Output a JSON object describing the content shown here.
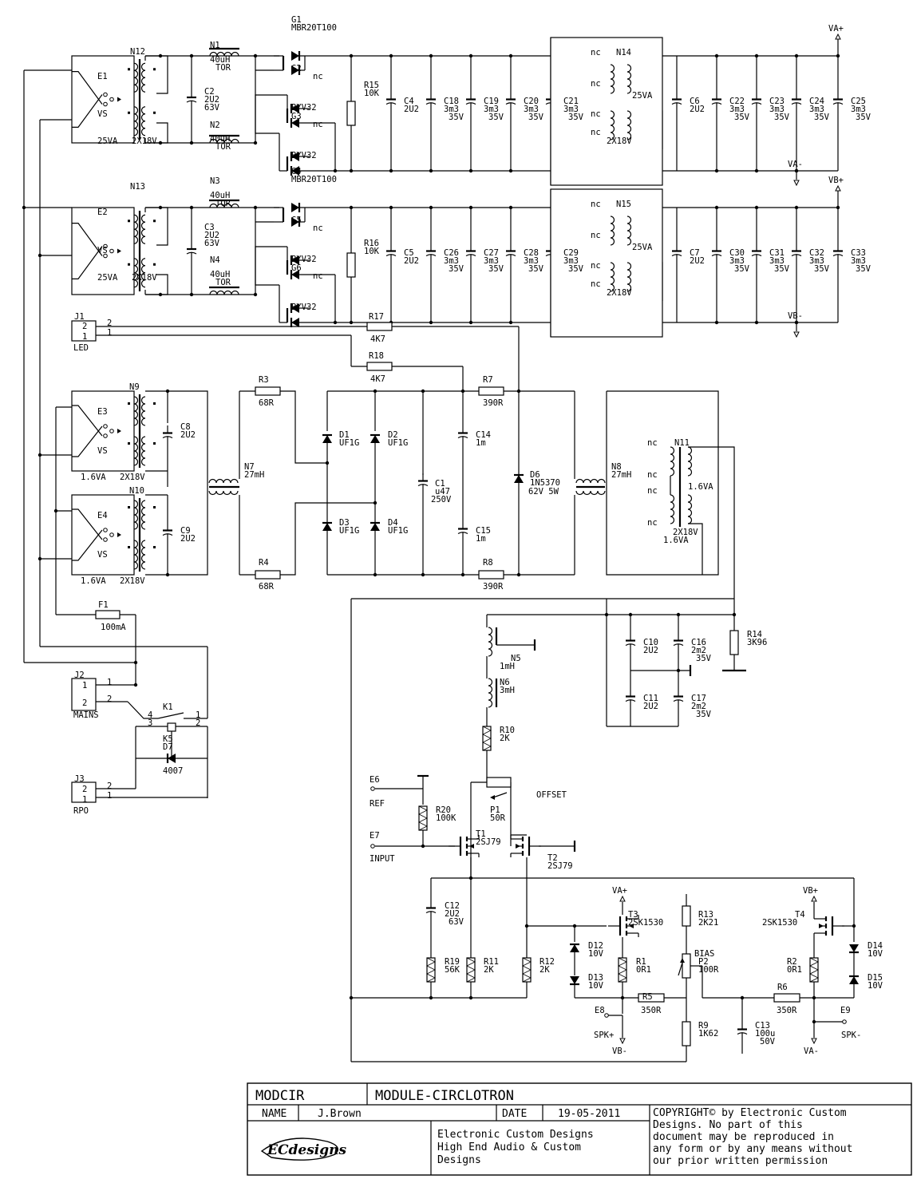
{
  "title_block": {
    "code": "MODCIR",
    "title": "MODULE-CIRCLOTRON",
    "name_label": "NAME",
    "name_value": "J.Brown",
    "date_label": "DATE",
    "date_value": "19-05-2011",
    "copyright": [
      "COPYRIGHT© by Electronic Custom",
      "Designs. No part of this",
      "document may be reproduced in",
      "any form or by any means without",
      "our prior written permission"
    ],
    "company": [
      "Electronic Custom Designs",
      "High End Audio  &  Custom",
      "Designs"
    ],
    "logo_text": "ECdesigns"
  },
  "connectors": {
    "j1": {
      "ref": "J1",
      "name": "LED",
      "pins": [
        "2",
        "1"
      ]
    },
    "j2": {
      "ref": "J2",
      "name": "MAINS",
      "pins": [
        "1",
        "2"
      ]
    },
    "j3": {
      "ref": "J3",
      "name": "RPO",
      "pins": [
        "2",
        "1"
      ]
    },
    "e6": {
      "ref": "E6",
      "name": "REF"
    },
    "e7": {
      "ref": "E7",
      "name": "INPUT"
    },
    "e8": {
      "ref": "E8",
      "name": "SPK+"
    },
    "e9": {
      "ref": "E9",
      "name": "SPK-"
    }
  },
  "supply_a": {
    "e": "E1",
    "n": "N12",
    "vs": "VS",
    "va": "25VA",
    "sec": "2X18V",
    "c_in": {
      "ref": "C2",
      "val": "2U2",
      "v": "63V"
    },
    "l1": {
      "ref": "N1",
      "val": "40uH",
      "t": "TOR"
    },
    "l2": {
      "ref": "N2",
      "val": "40uH",
      "t": "TOR"
    },
    "g_top": {
      "ref": "G1",
      "val": "MBR20T100"
    },
    "g_mid": {
      "ref": "G2",
      "val": "BYV32"
    },
    "g_bot": {
      "ref": "G3",
      "val": "BYV32"
    },
    "nc": "nc",
    "r": {
      "ref": "R15",
      "val": "10K"
    },
    "caps_left": [
      {
        "ref": "C4",
        "val": "2U2",
        "v": ""
      },
      {
        "ref": "C18",
        "val": "3m3",
        "v": "35V"
      },
      {
        "ref": "C19",
        "val": "3m3",
        "v": "35V"
      },
      {
        "ref": "C20",
        "val": "3m3",
        "v": "35V"
      },
      {
        "ref": "C21",
        "val": "3m3",
        "v": "35V"
      }
    ],
    "xf": {
      "ref": "N14",
      "va": "25VA",
      "sec": "2X18V"
    },
    "caps_right": [
      {
        "ref": "C6",
        "val": "2U2",
        "v": ""
      },
      {
        "ref": "C22",
        "val": "3m3",
        "v": "35V"
      },
      {
        "ref": "C23",
        "val": "3m3",
        "v": "35V"
      },
      {
        "ref": "C24",
        "val": "3m3",
        "v": "35V"
      },
      {
        "ref": "C25",
        "val": "3m3",
        "v": "35V"
      }
    ],
    "rail_pos": "VA+",
    "rail_neg": "VA-"
  },
  "supply_b": {
    "e": "E2",
    "n": "N13",
    "vs": "VS",
    "va": "25VA",
    "sec": "2X18V",
    "c_in": {
      "ref": "C3",
      "val": "2U2",
      "v": "63V"
    },
    "l1": {
      "ref": "N3",
      "val": "40uH",
      "t": "TOR"
    },
    "l2": {
      "ref": "N4",
      "val": "40uH",
      "t": "TOR"
    },
    "g_top": {
      "ref": "G4",
      "val": "MBR20T100"
    },
    "g_mid": {
      "ref": "G5",
      "val": "BYV32"
    },
    "g_bot": {
      "ref": "G6",
      "val": "BYV32"
    },
    "nc": "nc",
    "r": {
      "ref": "R16",
      "val": "10K"
    },
    "caps_left": [
      {
        "ref": "C5",
        "val": "2U2",
        "v": ""
      },
      {
        "ref": "C26",
        "val": "3m3",
        "v": "35V"
      },
      {
        "ref": "C27",
        "val": "3m3",
        "v": "35V"
      },
      {
        "ref": "C28",
        "val": "3m3",
        "v": "35V"
      },
      {
        "ref": "C29",
        "val": "3m3",
        "v": "35V"
      }
    ],
    "xf": {
      "ref": "N15",
      "va": "25VA",
      "sec": "2X18V"
    },
    "caps_right": [
      {
        "ref": "C7",
        "val": "2U2",
        "v": ""
      },
      {
        "ref": "C30",
        "val": "3m3",
        "v": "35V"
      },
      {
        "ref": "C31",
        "val": "3m3",
        "v": "35V"
      },
      {
        "ref": "C32",
        "val": "3m3",
        "v": "35V"
      },
      {
        "ref": "C33",
        "val": "3m3",
        "v": "35V"
      }
    ],
    "rail_pos": "VB+",
    "rail_neg": "VB-"
  },
  "aux": {
    "r17": {
      "ref": "R17",
      "val": "4K7"
    },
    "r18": {
      "ref": "R18",
      "val": "4K7"
    },
    "e3": "E3",
    "n9": "N9",
    "e4": "E4",
    "n10": "N10",
    "vs": "VS",
    "va_small": "1.6VA",
    "sec": "2X18V",
    "c8": {
      "ref": "C8",
      "val": "2U2"
    },
    "c9": {
      "ref": "C9",
      "val": "2U2"
    },
    "n7": {
      "ref": "N7",
      "val": "27mH"
    },
    "r3": {
      "ref": "R3",
      "val": "68R"
    },
    "r4": {
      "ref": "R4",
      "val": "68R"
    },
    "d1": {
      "ref": "D1",
      "val": "UF1G"
    },
    "d2": {
      "ref": "D2",
      "val": "UF1G"
    },
    "d3": {
      "ref": "D3",
      "val": "UF1G"
    },
    "d4": {
      "ref": "D4",
      "val": "UF1G"
    },
    "c1": {
      "ref": "C1",
      "val": "u47",
      "v": "250V"
    },
    "c14": {
      "ref": "C14",
      "val": "1m"
    },
    "c15": {
      "ref": "C15",
      "val": "1m"
    },
    "r7": {
      "ref": "R7",
      "val": "390R"
    },
    "r8": {
      "ref": "R8",
      "val": "390R"
    },
    "d6": {
      "ref": "D6",
      "val": "1N5370",
      "v": "62V 5W"
    },
    "n8": {
      "ref": "N8",
      "val": "27mH"
    },
    "n11": {
      "ref": "N11",
      "va": "1.6VA",
      "sec": "2X18V",
      "va2": "1.6VA"
    },
    "f1": {
      "ref": "F1",
      "val": "100mA"
    },
    "k1": {
      "ref": "K1",
      "pins": [
        "4",
        "3",
        "1",
        "2"
      ]
    },
    "k5": {
      "ref": "K5"
    },
    "d7": {
      "ref": "D7",
      "val": "4007"
    }
  },
  "amp": {
    "c10": {
      "ref": "C10",
      "val": "2U2"
    },
    "c11": {
      "ref": "C11",
      "val": "2U2"
    },
    "c16": {
      "ref": "C16",
      "val": "2m2",
      "v": "35V"
    },
    "c17": {
      "ref": "C17",
      "val": "2m2",
      "v": "35V"
    },
    "r14": {
      "ref": "R14",
      "val": "3K96"
    },
    "n5": {
      "ref": "N5",
      "val": "1mH"
    },
    "n6": {
      "ref": "N6",
      "val": "3mH"
    },
    "r10": {
      "ref": "R10",
      "val": "2K"
    },
    "p1": {
      "ref": "P1",
      "val": "50R",
      "name": "OFFSET"
    },
    "r20": {
      "ref": "R20",
      "val": "100K"
    },
    "t1": {
      "ref": "T1",
      "val": "2SJ79"
    },
    "t2": {
      "ref": "T2",
      "val": "2SJ79"
    },
    "c12": {
      "ref": "C12",
      "val": "2U2",
      "v": "63V"
    },
    "r19": {
      "ref": "R19",
      "val": "56K"
    },
    "r11": {
      "ref": "R11",
      "val": "2K"
    },
    "r12": {
      "ref": "R12",
      "val": "2K"
    },
    "t3": {
      "ref": "T3",
      "val": "2SK1530"
    },
    "t4": {
      "ref": "T4",
      "val": "2SK1530"
    },
    "d12": {
      "ref": "D12",
      "val": "10V"
    },
    "d13": {
      "ref": "D13",
      "val": "10V"
    },
    "d14": {
      "ref": "D14",
      "val": "10V"
    },
    "d15": {
      "ref": "D15",
      "val": "10V"
    },
    "r1": {
      "ref": "R1",
      "val": "0R1"
    },
    "r2": {
      "ref": "R2",
      "val": "0R1"
    },
    "r13": {
      "ref": "R13",
      "val": "2K21"
    },
    "p2": {
      "ref": "P2",
      "val": "100R",
      "name": "BIAS"
    },
    "r9": {
      "ref": "R9",
      "val": "1K62"
    },
    "r5": {
      "ref": "R5",
      "val": "350R"
    },
    "r6": {
      "ref": "R6",
      "val": "350R"
    },
    "c13": {
      "ref": "C13",
      "val": "100u",
      "v": "50V"
    },
    "va_pos": "VA+",
    "va_neg": "VA-",
    "vb_pos": "VB+",
    "vb_neg": "VB-"
  }
}
